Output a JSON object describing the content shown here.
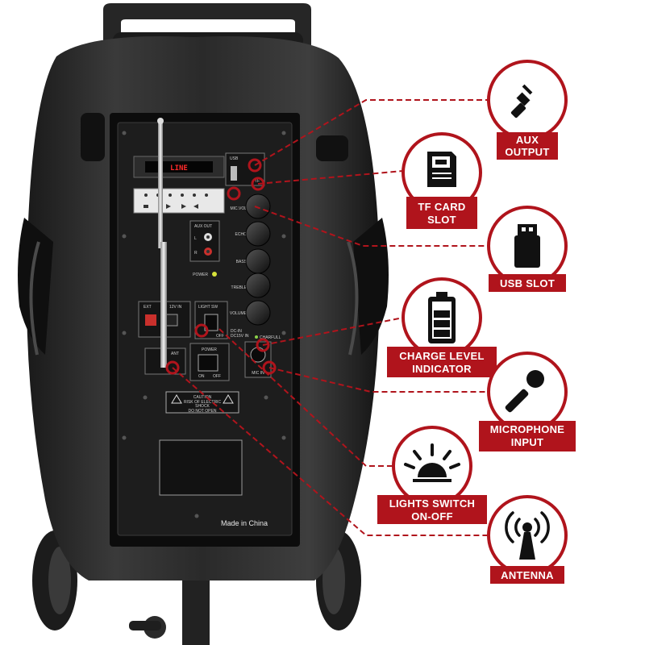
{
  "accent_color": "#b0141c",
  "callouts": [
    {
      "id": "aux-output",
      "icon": "audio-jack-icon",
      "lines": [
        "AUX",
        "OUTPUT"
      ]
    },
    {
      "id": "tf-card-slot",
      "icon": "sd-card-icon",
      "lines": [
        "TF CARD",
        "SLOT"
      ]
    },
    {
      "id": "usb-slot",
      "icon": "usb-drive-icon",
      "lines": [
        "USB SLOT"
      ]
    },
    {
      "id": "charge-level",
      "icon": "battery-icon",
      "lines": [
        "CHARGE LEVEL",
        "INDICATOR"
      ]
    },
    {
      "id": "microphone-input",
      "icon": "microphone-icon",
      "lines": [
        "MICROPHONE",
        "INPUT"
      ]
    },
    {
      "id": "lights-switch",
      "icon": "light-bulb-icon",
      "lines": [
        "LIGHTS SWITCH",
        "ON-OFF"
      ]
    },
    {
      "id": "antenna",
      "icon": "antenna-icon",
      "lines": [
        "ANTENNA"
      ]
    }
  ],
  "panel": {
    "lcd_text": "LINE",
    "usb": "USB",
    "tf": "TF",
    "aux_out": "AUX OUT",
    "aux_l": "L",
    "aux_r": "R",
    "power_led": "POWER",
    "knobs": [
      "MIC.VOL",
      "ECHO",
      "BASS",
      "TREBLE",
      "VOLUME"
    ],
    "ext_input": "EXT",
    "dc_12v": "12V IN",
    "light_sw": "LIGHT SW",
    "off": "OFF",
    "dc_in": "DC-IN",
    "dc_in_spec": "DC15V IN",
    "charge_full": "CHARFULL",
    "power_switch": "POWER",
    "on": "ON",
    "power_off": "OFF",
    "ant": "ANT",
    "mic_in": "MIC IN",
    "caution": "CAUTION",
    "caution_sub1": "RISK OF ELECTRIC",
    "caution_sub2": "SHOCK",
    "do_not_open": "DO NOT OPEN",
    "made_in": "Made in China"
  }
}
